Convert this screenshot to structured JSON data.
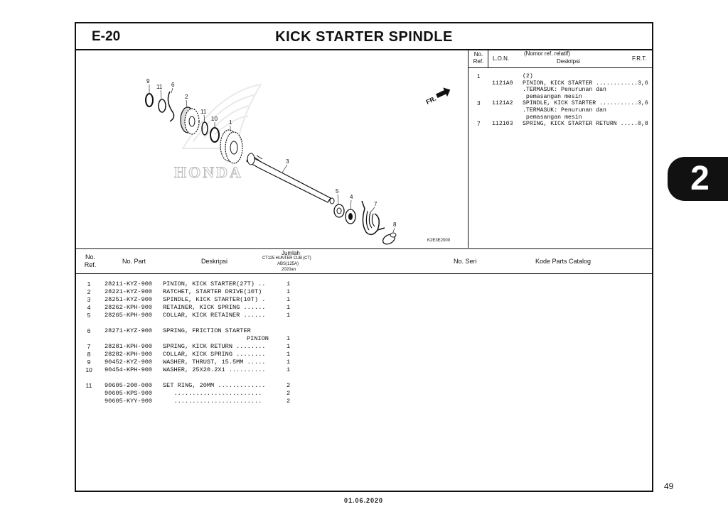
{
  "header": {
    "section": "E-20",
    "title": "KICK STARTER SPINDLE"
  },
  "diagram": {
    "code": "K2E3E2000",
    "direction_label": "FR.",
    "watermark": "HONDA",
    "callouts": [
      "9",
      "11",
      "6",
      "2",
      "11",
      "10",
      "1",
      "3",
      "5",
      "4",
      "7",
      "8"
    ]
  },
  "ref_panel": {
    "col_no": "No. Ref.",
    "col_lon": "L.O.N.",
    "col_desc_top": "(Nomor ref. relatif)",
    "col_desc": "Deskripsi",
    "col_frt": "F.R.T.",
    "rows": [
      {
        "no": "1",
        "lon": "",
        "desc": "(2)",
        "frt": ""
      },
      {
        "no": "",
        "lon": "1121A0",
        "desc": "PINION, KICK STARTER ............",
        "frt": "3,6"
      },
      {
        "no": "",
        "lon": "",
        "desc": ".TERMASUK: Penurunan dan",
        "frt": ""
      },
      {
        "no": "",
        "lon": "",
        "desc": " pemasangan mesin",
        "frt": ""
      },
      {
        "no": "3",
        "lon": "1121A2",
        "desc": "SPINDLE, KICK STARTER ...........",
        "frt": "3,6"
      },
      {
        "no": "",
        "lon": "",
        "desc": ".TERMASUK: Penurunan dan",
        "frt": ""
      },
      {
        "no": "",
        "lon": "",
        "desc": " pemasangan mesin",
        "frt": ""
      },
      {
        "no": "7",
        "lon": "112103",
        "desc": "SPRING, KICK STARTER RETURN .....",
        "frt": "0,8"
      }
    ]
  },
  "table": {
    "col_no": "No. Ref.",
    "col_part": "No. Part",
    "col_desc": "Deskripsi",
    "col_qty_title": "Jumlah",
    "col_qty_model": "CT125 HUNTER CUB (CT)",
    "col_qty_abs": "ABS(125A)",
    "col_qty_year": "2020an",
    "col_serial": "No. Seri",
    "col_catalog": "Kode Parts Catalog",
    "rows": [
      {
        "no": "1",
        "part": "28211-KYZ-900",
        "desc": "PINION, KICK STARTER(27T) ..",
        "qty": "1"
      },
      {
        "no": "2",
        "part": "28221-KYZ-900",
        "desc": "RATCHET, STARTER DRIVE(10T)",
        "qty": "1"
      },
      {
        "no": "3",
        "part": "28251-KYZ-900",
        "desc": "SPINDLE, KICK STARTER(10T) .",
        "qty": "1"
      },
      {
        "no": "4",
        "part": "28262-KPH-900",
        "desc": "RETAINER, KICK SPRING ......",
        "qty": "1"
      },
      {
        "no": "5",
        "part": "28265-KPH-900",
        "desc": "COLLAR, KICK RETAINER ......",
        "qty": "1"
      },
      {
        "no": "6",
        "part": "28271-KYZ-900",
        "desc": "SPRING, FRICTION STARTER",
        "qty": ""
      },
      {
        "no": "",
        "part": "",
        "desc": "PINION",
        "qty": "1"
      },
      {
        "no": "7",
        "part": "28281-KPH-900",
        "desc": "SPRING, KICK RETURN ........",
        "qty": "1"
      },
      {
        "no": "8",
        "part": "28282-KPH-900",
        "desc": "COLLAR, KICK SPRING ........",
        "qty": "1"
      },
      {
        "no": "9",
        "part": "90452-KYZ-900",
        "desc": "WASHER, THRUST, 15.5MM .....",
        "qty": "1"
      },
      {
        "no": "10",
        "part": "90454-KPH-900",
        "desc": "WASHER, 25X20.2X1 ..........",
        "qty": "1"
      },
      {
        "no": "11",
        "part": "90605-200-000",
        "desc": "SET RING, 20MM .............",
        "qty": "2"
      },
      {
        "no": "",
        "part": "90605-KPS-900",
        "desc": "   ........................",
        "qty": "2"
      },
      {
        "no": "",
        "part": "90605-KYY-900",
        "desc": "   ........................",
        "qty": "2"
      }
    ]
  },
  "tab_number": "2",
  "page_number": "49",
  "footer_date": "01.06.2020"
}
